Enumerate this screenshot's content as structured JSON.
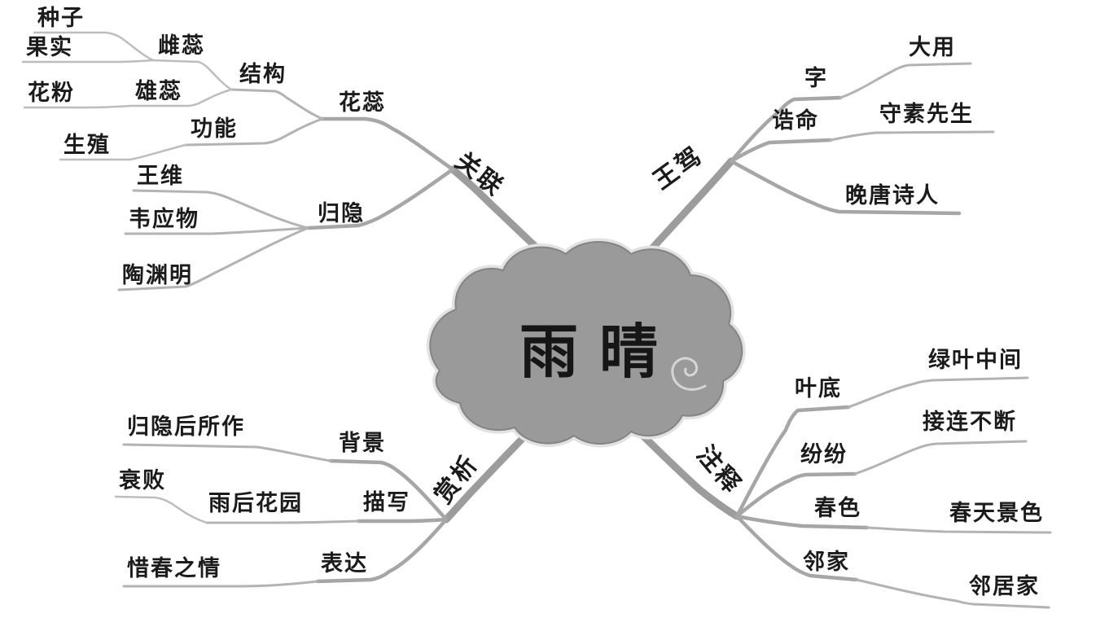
{
  "colors": {
    "background": "#ffffff",
    "line_gray": "#a6a6a6",
    "cloud_fill": "#9a9a9a",
    "text": "#1b1b1b"
  },
  "mindmap": {
    "center": "雨晴",
    "association": {
      "label": "关联",
      "pistil": {
        "label": "花蕊",
        "structure": {
          "label": "结构",
          "pistil": {
            "label": "雌蕊",
            "seed": "种子",
            "fruit": "果实"
          },
          "stamen": {
            "label": "雄蕊",
            "pollen": "花粉"
          }
        },
        "function": {
          "label": "功能",
          "reproduction": "生殖"
        }
      },
      "seclusion": {
        "label": "归隐",
        "poets": [
          "王维",
          "韦应物",
          "陶渊明"
        ]
      }
    },
    "poet": {
      "label": "王驾",
      "courtesy_name": {
        "label": "字",
        "value": "大用"
      },
      "hao": {
        "label": "诰命",
        "value": "守素先生"
      },
      "era": "晚唐诗人"
    },
    "appreciation": {
      "label": "赏析",
      "background": {
        "label": "背景",
        "value": "归隐后所作"
      },
      "description": {
        "label": "描写",
        "scene": "雨后花园",
        "state": "衰败"
      },
      "expression": {
        "label": "表达",
        "value": "惜春之情"
      }
    },
    "notes": {
      "label": "注释",
      "items": [
        {
          "term": "叶底",
          "meaning": "绿叶中间"
        },
        {
          "term": "纷纷",
          "meaning": "接连不断"
        },
        {
          "term": "春色",
          "meaning": "春天景色"
        },
        {
          "term": "邻家",
          "meaning": "邻居家"
        }
      ]
    }
  }
}
